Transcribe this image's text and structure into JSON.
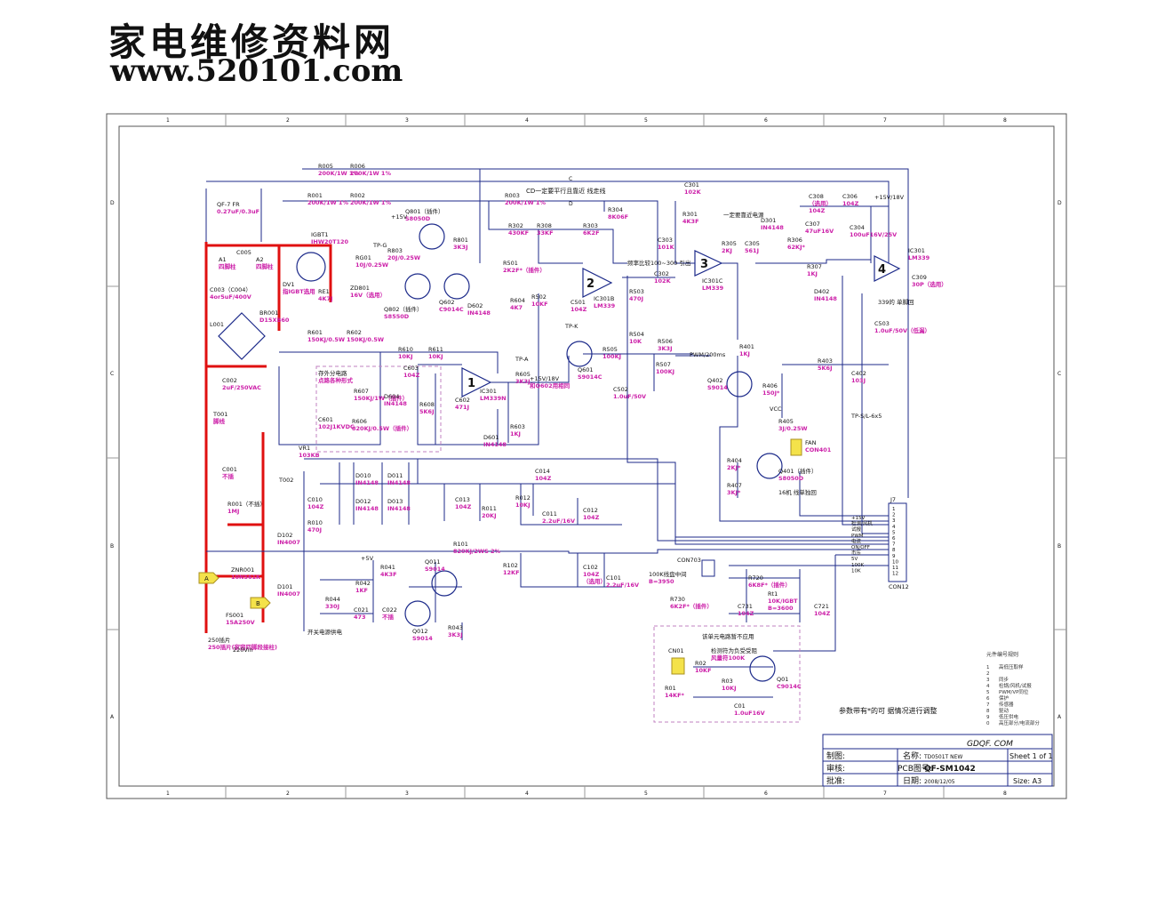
{
  "header": {
    "site_title": "家电维修资料网",
    "site_url": "www.520101.com"
  },
  "frame": {
    "col_labels": [
      "1",
      "2",
      "3",
      "4",
      "5",
      "6",
      "7",
      "8"
    ],
    "row_labels": [
      "D",
      "C",
      "B",
      "A"
    ]
  },
  "wire_labels": {
    "c": "C",
    "d": "D",
    "note_cd": "CD一定要平行且靠近  线走线"
  },
  "components": {
    "r005": [
      "R005",
      "200K/1W 1%"
    ],
    "r006": [
      "R006",
      "200K/1W 1%"
    ],
    "r001": [
      "R001",
      "200K/1W 1%"
    ],
    "r002": [
      "R002",
      "200K/1W 1%"
    ],
    "r003": [
      "R003",
      "200K/1W 1%"
    ],
    "qf7": [
      "QF-7 FR",
      "0.27uF/0.3uF"
    ],
    "a1": [
      "A1",
      "四脚柱"
    ],
    "c005": [
      "C005"
    ],
    "a2": [
      "A2",
      "四脚柱"
    ],
    "igbt1": [
      "IGBT1",
      "IHW20T120"
    ],
    "dv1": [
      "DV1",
      "指IGBT选用"
    ],
    "re1": [
      "RE1",
      "4K7J"
    ],
    "c003": [
      "C003（C004）",
      "4or5uF/400V"
    ],
    "rg01": [
      "RG01",
      "10J/0.25W"
    ],
    "tp_g": [
      "TP-G"
    ],
    "r803": [
      "R803",
      "20J/0.25W"
    ],
    "zd801": [
      "ZD801",
      "16V（选用）"
    ],
    "q801": [
      "Q801（插件）",
      "S8050D"
    ],
    "q802": [
      "Q802（插件）",
      "S8550D"
    ],
    "r801": [
      "R801",
      "3K3J"
    ],
    "q602": [
      "Q602",
      "C9014C"
    ],
    "d602": [
      "D602",
      "IN4148"
    ],
    "r604": [
      "R604",
      "4K7"
    ],
    "plus15_a": [
      "+15V"
    ],
    "l001": [
      "L001"
    ],
    "br001": [
      "BR001",
      "D15XB60"
    ],
    "r601": [
      "R601",
      "150KJ/0.5W"
    ],
    "r602": [
      "R602",
      "150KJ/0.5W"
    ],
    "r610": [
      "R610",
      "10KJ"
    ],
    "r611": [
      "R611",
      "10KJ"
    ],
    "c603": [
      "C603",
      "104Z"
    ],
    "c002": [
      "C002",
      "2uF/250VAC"
    ],
    "t001": [
      "T001",
      "脚线"
    ],
    "r607": [
      "R607",
      "150KJ/1W（插件）"
    ],
    "d604": [
      "D604",
      "IN4148"
    ],
    "note_r607": [
      "存外分电路",
      "点路各种形式"
    ],
    "c601": [
      "C601",
      "102J1KVDC"
    ],
    "r606": [
      "R606",
      "820KJ/0.5W（插件）"
    ],
    "r608": [
      "R608",
      "5K6J"
    ],
    "c602": [
      "C602",
      "471J"
    ],
    "ic301": [
      "IC301",
      "LM339N"
    ],
    "r605": [
      "R605",
      "3K3J"
    ],
    "tp_a": [
      "TP-A"
    ],
    "d601": [
      "D601",
      "IN4148"
    ],
    "r603": [
      "R603",
      "1KJ"
    ],
    "note_q601": [
      "+15V/18V",
      "和Q602用相同"
    ],
    "q601": [
      "Q601",
      "S9014C"
    ],
    "tp_k": [
      "TP-K"
    ],
    "r302": [
      "R302",
      "430KF"
    ],
    "r308": [
      "R308",
      "33KF"
    ],
    "r303": [
      "R303",
      "6K2F"
    ],
    "r304": [
      "R304",
      "8K06F"
    ],
    "r501": [
      "R501",
      "2K2F*（插件）"
    ],
    "r502": [
      "R502",
      "10KF"
    ],
    "c501": [
      "C501",
      "104Z"
    ],
    "ic301b": [
      "IC301B",
      "LM339"
    ],
    "r503": [
      "R503",
      "470J"
    ],
    "r504": [
      "R504",
      "10K"
    ],
    "r505": [
      "R505",
      "100KJ"
    ],
    "r506": [
      "R506",
      "3K3J"
    ],
    "r507": [
      "R507",
      "100KJ"
    ],
    "c502": [
      "C502",
      "1.0uF/50V"
    ],
    "pwm_note": [
      "PWM/200ms"
    ],
    "c301": [
      "C301",
      "102K"
    ],
    "r301": [
      "R301",
      "4K3F"
    ],
    "c303": [
      "C303",
      "101K"
    ],
    "c302": [
      "C302",
      "102K"
    ],
    "note_c302": [
      "频率比较100~300 引出"
    ],
    "ic301c": [
      "IC301C",
      "LM339"
    ],
    "r305": [
      "R305",
      "2KJ"
    ],
    "c305": [
      "C305",
      "561J"
    ],
    "d301": [
      "D301",
      "IN4148"
    ],
    "note_d301": [
      "一定要靠近电源"
    ],
    "c307": [
      "C307",
      "47uF16V"
    ],
    "r306": [
      "R306",
      "62KJ*"
    ],
    "r307": [
      "R307",
      "1KJ"
    ],
    "c308": [
      "C308",
      "（选用）",
      "104Z"
    ],
    "c306": [
      "C306",
      "104Z"
    ],
    "c304": [
      "C304",
      "100uF16V/25V"
    ],
    "plus15_18": [
      "+15V/18V"
    ],
    "ic301_4": [
      "IC301",
      "LM339"
    ],
    "c309": [
      "C309",
      "30P（选用）"
    ],
    "note_339": [
      "339的  单脚回"
    ],
    "d402": [
      "D402",
      "IN4148"
    ],
    "c503": [
      "C503",
      "1.0uF/50V（低漏）"
    ],
    "r401": [
      "R401",
      "1KJ"
    ],
    "q402": [
      "Q402",
      "S9014"
    ],
    "r406": [
      "R406",
      "150J*"
    ],
    "r403": [
      "R403",
      "5K6J"
    ],
    "c402": [
      "C402",
      "103J"
    ],
    "tp_s": [
      "TP-S/L-6x5"
    ],
    "vcc": [
      "VCC"
    ],
    "r405": [
      "R405",
      "3J/0.25W"
    ],
    "fan": [
      "FAN",
      "CON401"
    ],
    "r404": [
      "R404",
      "2KJ*"
    ],
    "r407": [
      "R407",
      "3KJ*"
    ],
    "q401": [
      "Q401（插件）",
      "S8050D"
    ],
    "note_fan": [
      "16机  线单独回"
    ],
    "vr1": [
      "VR1",
      "103KB"
    ],
    "t002": [
      "T002"
    ],
    "c010": [
      "C010",
      "104Z"
    ],
    "r010": [
      "R010",
      "470J"
    ],
    "d010": [
      "D010",
      "IN4148"
    ],
    "d011": [
      "D011",
      "IN4148"
    ],
    "d012": [
      "D012",
      "IN4148"
    ],
    "d013": [
      "D013",
      "IN4148"
    ],
    "c013": [
      "C013",
      "104Z"
    ],
    "r011": [
      "R011",
      "20KJ"
    ],
    "c014": [
      "C014",
      "104Z"
    ],
    "r012": [
      "R012",
      "10KJ"
    ],
    "c011": [
      "C011",
      "2.2uF/16V"
    ],
    "c012": [
      "C012",
      "104Z"
    ],
    "c001": [
      "C001",
      "不插"
    ],
    "r001b": [
      "R001（不插）",
      "1MJ"
    ],
    "d102": [
      "D102",
      "IN4007"
    ],
    "d101": [
      "D101",
      "IN4007"
    ],
    "znr001": [
      "ZNR001",
      "10N561K"
    ],
    "fs001": [
      "FS001",
      "15A250V"
    ],
    "ac_note": [
      "250插片",
      "250插片(家容四脚段接柱)"
    ],
    "vin": [
      "220Vin"
    ],
    "r101": [
      "R101",
      "820KJ/2WS 2%"
    ],
    "q011": [
      "Q011",
      "S9014"
    ],
    "r102": [
      "R102",
      "12KF"
    ],
    "c102": [
      "C102",
      "104Z",
      "（选用）"
    ],
    "c101": [
      "C101",
      "2.2uF/16V"
    ],
    "r041": [
      "R041",
      "4K3F"
    ],
    "r042": [
      "R042",
      "1KF"
    ],
    "r044": [
      "R044",
      "330J"
    ],
    "c021": [
      "C021",
      "473"
    ],
    "c022": [
      "C022",
      "不插"
    ],
    "q012": [
      "Q012",
      "S9014"
    ],
    "r043": [
      "R043",
      "3K3J"
    ],
    "plus5": [
      "+5V"
    ],
    "power_note": [
      "开关电源供电"
    ],
    "con703": [
      "CON703"
    ],
    "note_con703": [
      "100K线盘中间",
      "B=3950"
    ],
    "r730": [
      "R730",
      "6K2F*（插件）"
    ],
    "c731": [
      "C731",
      "104Z"
    ],
    "r720": [
      "R720",
      "6K8F*（插件）"
    ],
    "rt1": [
      "Rt1",
      "10K/IGBT",
      "B=3600"
    ],
    "c721": [
      "C721",
      "104Z"
    ],
    "j7": [
      "J7"
    ],
    "con12": [
      "CON12"
    ],
    "con12_pins": [
      "+15V",
      "检测/风机",
      "试报",
      "PWM",
      "电流",
      "ON/OFF",
      "市压",
      "5V",
      "100K",
      "10K"
    ],
    "sub_title": [
      "该单元电路暂不应用"
    ],
    "cn01": [
      "CN01"
    ],
    "r02": [
      "R02",
      "10KF"
    ],
    "r01": [
      "R01",
      "14KF*"
    ],
    "r03": [
      "R03",
      "10KJ"
    ],
    "c01": [
      "C01",
      "1.0uF16V"
    ],
    "q01": [
      "Q01",
      "C9014C"
    ],
    "sub_note": [
      "检测符为负受受阻",
      "风量符100K"
    ]
  },
  "legend": {
    "title": "元件编号规则",
    "rows": [
      [
        "1",
        "高低压取样"
      ],
      [
        "2",
        ""
      ],
      [
        "3",
        "同步"
      ],
      [
        "4",
        "检锅/风机/试报"
      ],
      [
        "5",
        "PWM/VP同位"
      ],
      [
        "6",
        "保护"
      ],
      [
        "7",
        "传感器"
      ],
      [
        "8",
        "驱动"
      ],
      [
        "9",
        "低压供电"
      ],
      [
        "0",
        "高压部分/电流部分"
      ]
    ]
  },
  "bottom_note": "参数带有*的可   据情况进行调整",
  "titleblock": {
    "company": "GDQF. COM",
    "draw_label": "制图:",
    "check_label": "审核:",
    "approve_label": "批准:",
    "name_label": "名称:",
    "name_value": "TD0501T NEW",
    "pcb_label": "PCB图号:",
    "pcb_value": "QF-SM1042",
    "date_label": "日期:",
    "date_value": "2008/12/05",
    "sheet": "Sheet 1 of 1",
    "size": "Size: A3"
  },
  "opamps": [
    "1",
    "2",
    "3",
    "4"
  ],
  "palette": {
    "wire": "#1c2a8a",
    "power_trace": "#e01010",
    "label": "#cc1fa8",
    "ink": "#111111"
  }
}
